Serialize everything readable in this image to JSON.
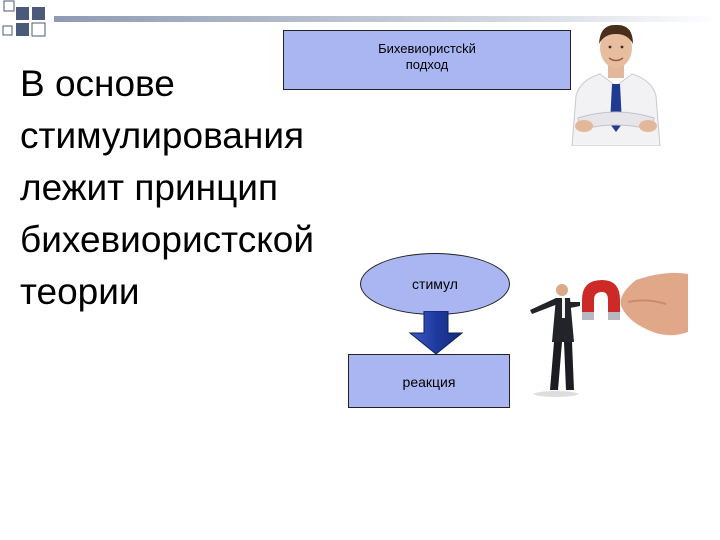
{
  "slide": {
    "title_lines": [
      "В основе",
      "стимулирования",
      "лежит принцип",
      "бихевиористской",
      "теории"
    ]
  },
  "approach_box": {
    "lines": [
      "Бихевиористсkй",
      "подход"
    ]
  },
  "diagram": {
    "stimulus": "стимул",
    "reaction": "реакция"
  },
  "colors": {
    "box_fill": "#a9b6f2",
    "arrow_fill": "#1f3a9e",
    "deco_squares": "#4a5a7a"
  }
}
